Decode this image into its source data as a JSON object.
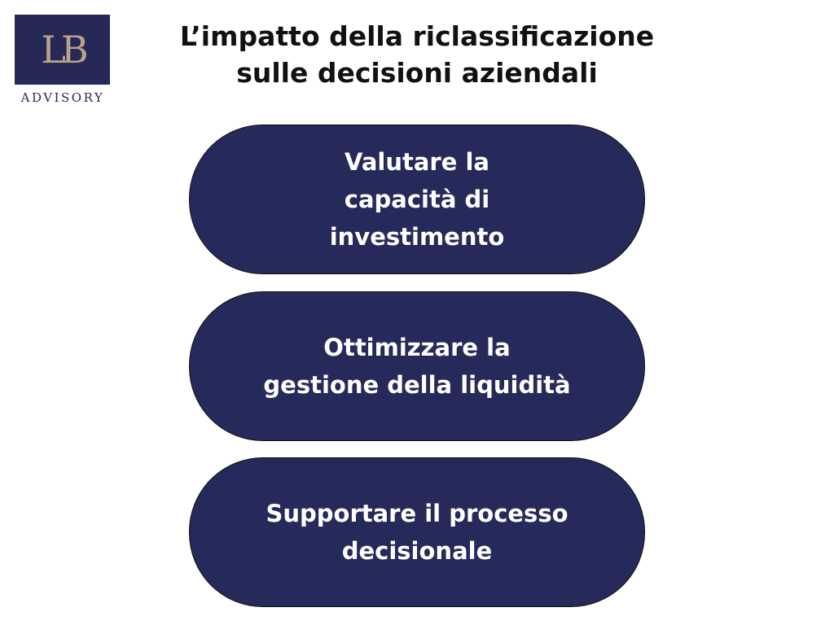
{
  "logo": {
    "mark": "LB",
    "text": "ADVISORY"
  },
  "title": "L’impatto della riclassificazione\nsulle decisioni aziendali",
  "items": [
    {
      "label": "Valutare la\ncapacità di\ninvestimento"
    },
    {
      "label": "Ottimizzare la\ngestione della liquidità"
    },
    {
      "label": "Supportare il processo\ndecisionale"
    }
  ],
  "colors": {
    "pill": "#262a5a",
    "logo_bg": "#262857",
    "logo_mark": "#b9a48a"
  }
}
